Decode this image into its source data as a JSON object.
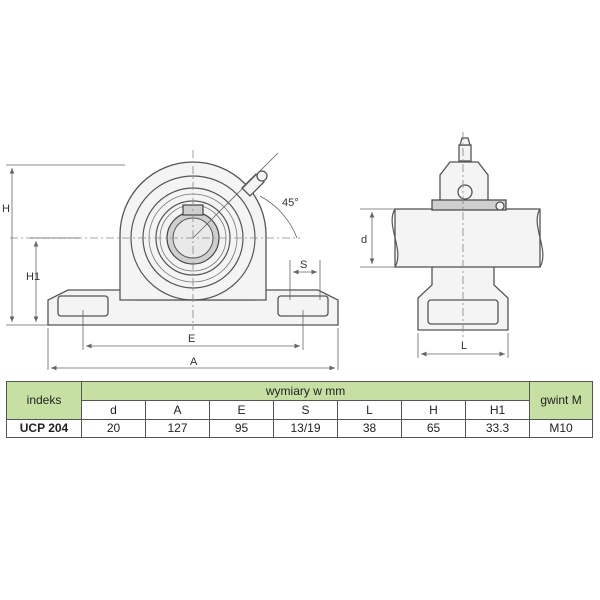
{
  "drawing": {
    "dimension_labels": {
      "H": "H",
      "H1": "H1",
      "E": "E",
      "A": "A",
      "S": "S",
      "angle": "45°",
      "d": "d",
      "L": "L"
    }
  },
  "table": {
    "index_header": "indeks",
    "group_header": "wymiary w mm",
    "thread_header": "gwint M",
    "columns": [
      "d",
      "A",
      "E",
      "S",
      "L",
      "H",
      "H1"
    ],
    "rows": [
      {
        "index": "UCP 204",
        "values": [
          "20",
          "127",
          "95",
          "13/19",
          "38",
          "65",
          "33.3"
        ],
        "thread": "M10"
      }
    ]
  }
}
